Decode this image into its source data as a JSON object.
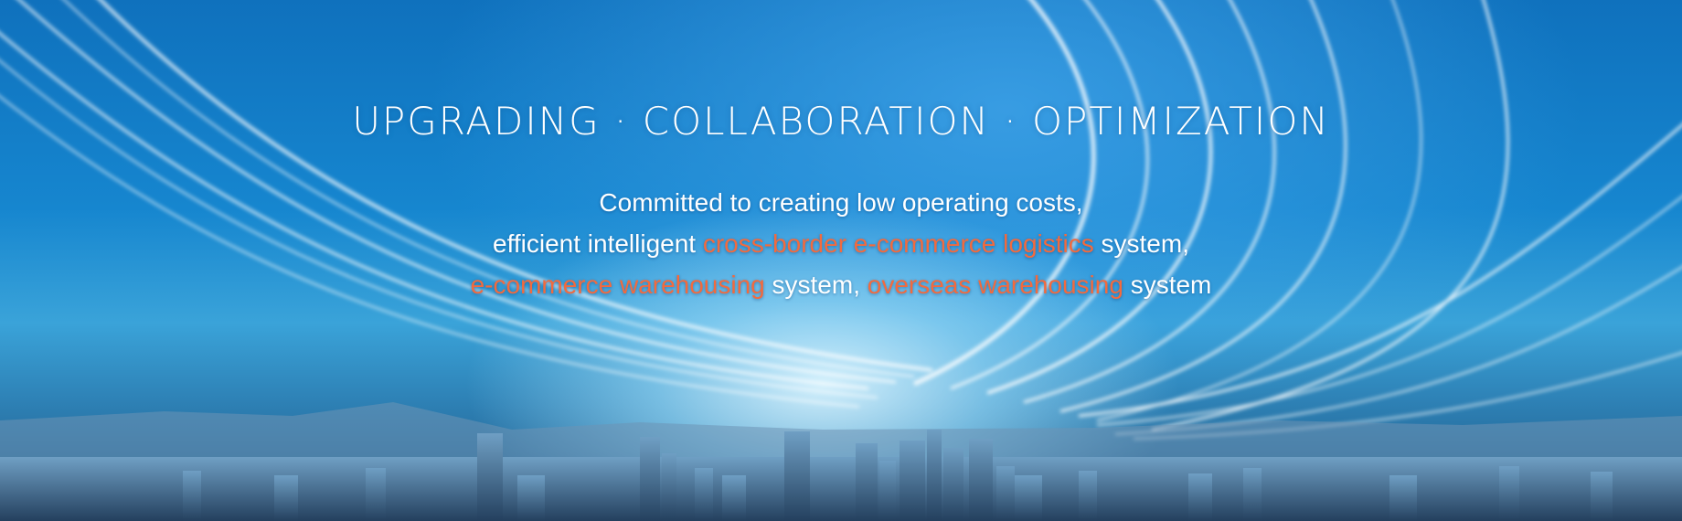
{
  "banner": {
    "title": "UPGRADING · COLLABORATION · OPTIMIZATION",
    "line1": "Committed to creating low operating costs,",
    "line2_a": "efficient intelligent ",
    "line2_hl": "cross-border e-commerce logistics",
    "line2_b": " system,",
    "line3_hl1": "e-commerce warehousing",
    "line3_a": " system, ",
    "line3_hl2": "overseas warehousing",
    "line3_b": " system"
  },
  "colors": {
    "highlight": "#f26a3e",
    "text": "#ffffff",
    "sky": "#0f71bd"
  }
}
